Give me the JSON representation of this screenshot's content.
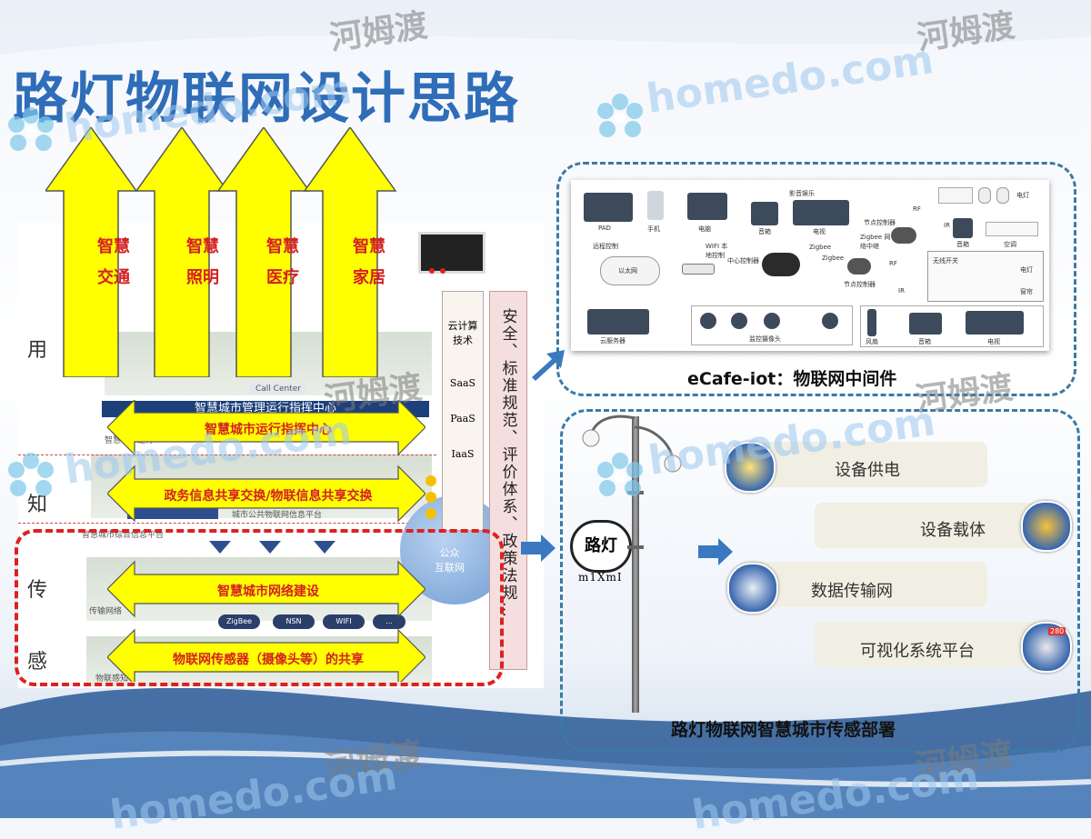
{
  "title": "路灯物联网设计思路",
  "watermark": {
    "latin": "homedo.com",
    "chinese": "河姆渡"
  },
  "left_diagram": {
    "up_arrows": [
      {
        "line1": "智慧",
        "line2": "交通"
      },
      {
        "line1": "智慧",
        "line2": "照明"
      },
      {
        "line1": "智慧",
        "line2": "医疗"
      },
      {
        "line1": "智慧",
        "line2": "家居"
      }
    ],
    "layer_labels": [
      "用",
      "知",
      "传",
      "感"
    ],
    "double_arrows": [
      "智慧城市运行指挥中心",
      "政务信息共享交换/物联信息共享交换",
      "智慧城市网络建设",
      "物联网传感器（摄像头等）的共享"
    ],
    "dark_bar": "智慧城市管理运行指挥中心",
    "call_center": "Call Center",
    "platform_text": "城市公共物联网信息平台",
    "network_text": "传输网络",
    "sensor_text": "物联感知",
    "pills": [
      "ZigBee",
      "NSN",
      "WIFI",
      "..."
    ],
    "public_net": [
      "公众",
      "互联网"
    ],
    "cloud_col": {
      "title": "云计算技术",
      "items": [
        "SaaS",
        "PaaS",
        "IaaS"
      ]
    },
    "security_col": "安全、标准规范、评价体系、政策法规…",
    "mid_labels": [
      "智慧城市运行",
      "智慧城市综合信息平台"
    ]
  },
  "middleware": {
    "caption": "eCafe-iot：物联网中间件",
    "devices": {
      "pad": "PAD",
      "phone": "手机",
      "pc": "电脑",
      "remote": "远程控制",
      "ethernet": "以太网",
      "wifi": "WIFI 本地控制",
      "central": "中心控制器",
      "zigbee1": "Zigbee",
      "zigbee2": "Zigbee",
      "av": "影音娱乐",
      "speaker": "音箱",
      "tv": "电视",
      "node1": "节点控制器",
      "node2": "节点控制器",
      "node_label": "Zigbee 网络中继",
      "rf1": "RF",
      "rf2": "RF",
      "ir1": "IR",
      "ir2": "IR",
      "light": "电灯",
      "speaker2": "音箱",
      "ac": "空调",
      "wireless_switch": "无线开关",
      "light2": "电灯",
      "curtain": "窗帘",
      "server": "云服务器",
      "camera": "监控摄像头",
      "fan": "风扇",
      "speaker3": "音箱",
      "tv2": "电视"
    }
  },
  "streetlight": {
    "caption": "路灯物联网智慧城市传感部署",
    "sign": "路灯",
    "sign_sub": "m1XmI",
    "rows": [
      "设备供电",
      "设备载体",
      "数据传输网",
      "可视化系统平台"
    ],
    "badge": "280"
  },
  "colors": {
    "title": "#2f6db8",
    "arrow_fill": "#ffff00",
    "arrow_text": "#d42020",
    "dashed_box": "#3a7aa6",
    "red_box": "#e02020"
  }
}
